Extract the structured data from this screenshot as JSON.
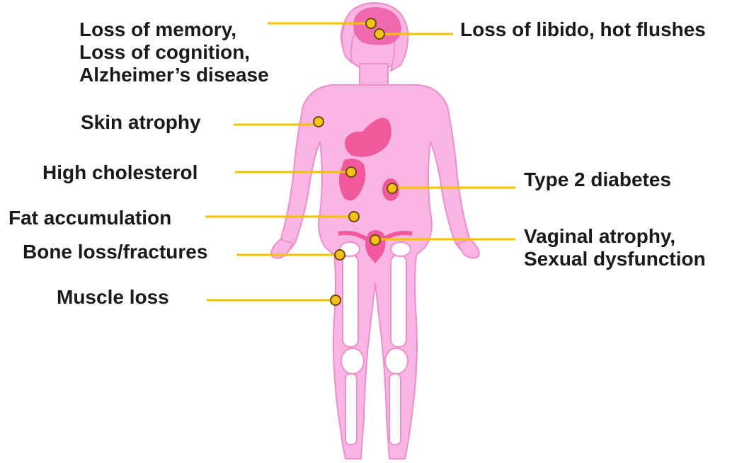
{
  "colors": {
    "body_fill": "#f9b6e4",
    "body_outline": "#ee8ec8",
    "organ_fill": "#f05a9c",
    "brain_fill": "#ef69ae",
    "bone_fill": "#ffffff",
    "bone_outline": "#ef8fc7",
    "leader_line": "#f2c200",
    "marker_fill": "#f6c21a",
    "marker_stroke": "#6a4a00",
    "text": "#1a1a1a"
  },
  "labels": {
    "memory": [
      "Loss of memory,",
      "Loss of cognition,",
      "Alzheimer’s disease"
    ],
    "libido": "Loss of libido, hot flushes",
    "skin": "Skin atrophy",
    "cholesterol": "High cholesterol",
    "diabetes": "Type 2 diabetes",
    "fat": "Fat accumulation",
    "vaginal": [
      "Vaginal atrophy,",
      "Sexual dysfunction"
    ],
    "bone": "Bone loss/fractures",
    "muscle": "Muscle loss"
  }
}
